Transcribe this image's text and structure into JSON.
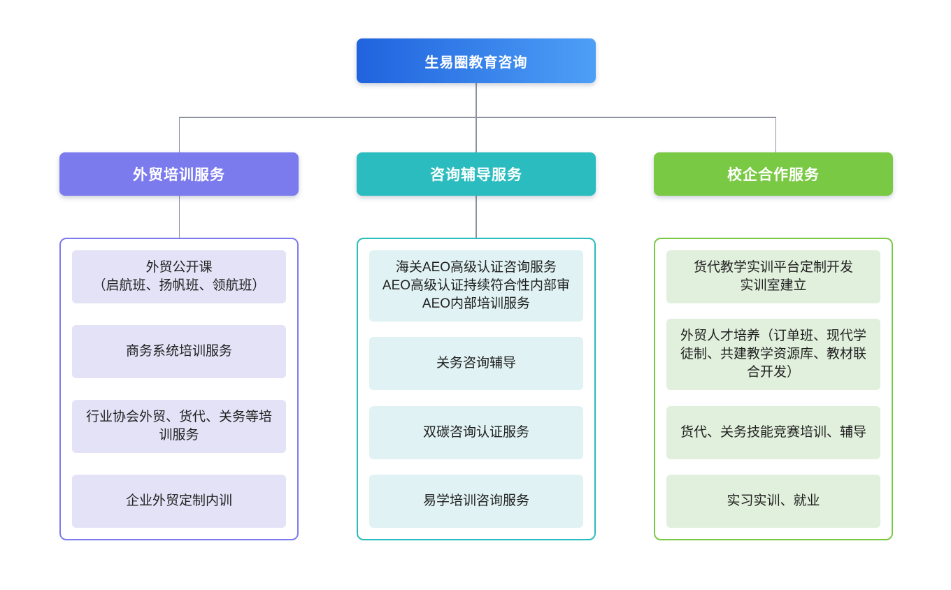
{
  "root": {
    "title": "生易圈教育咨询",
    "gradient_start": "#2063DE",
    "gradient_end": "#4D9FF6"
  },
  "branches": [
    {
      "label": "外贸培训服务",
      "color": "#7C7BEE",
      "item_bg": "#E4E2F7",
      "items": [
        "外贸公开课\n（启航班、扬帆班、领航班）",
        "商务系统培训服务",
        "行业协会外贸、货代、关务等培训服务",
        "企业外贸定制内训"
      ]
    },
    {
      "label": "咨询辅导服务",
      "color": "#2ABCBE",
      "item_bg": "#E0F2F3",
      "items": [
        "海关AEO高级认证咨询服务\nAEO高级认证持续符合性内部审\nAEO内部培训服务",
        "关务咨询辅导",
        "双碳咨询认证服务",
        "易学培训咨询服务"
      ]
    },
    {
      "label": "校企合作服务",
      "color": "#7AC944",
      "item_bg": "#E1F0DC",
      "items": [
        "货代教学实训平台定制开发\n实训室建立",
        "外贸人才培养（订单班、现代学徒制、共建教学资源库、教材联合开发）",
        "货代、关务技能竞赛培训、辅导",
        "实习实训、就业"
      ]
    }
  ],
  "colors": {
    "connector": "#8D939C",
    "item_text": "#1F1F1F",
    "node_text": "#FFFFFF",
    "background": "#FFFFFF"
  }
}
